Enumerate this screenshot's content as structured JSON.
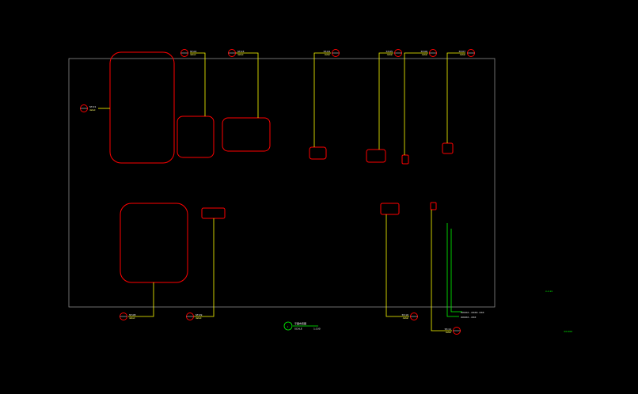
{
  "drawing": {
    "colors": {
      "background": "#000000",
      "frame": "#8a8a8a",
      "outline": "#ff0000",
      "leader": "#ffff00",
      "annotation": "#00ff00",
      "text": "#ffffff"
    },
    "marker_icon": "index-bubble-icon",
    "tags": [
      {
        "id": "t1",
        "code": "ST-01",
        "sub": "detail"
      },
      {
        "id": "t2",
        "code": "ST-02",
        "sub": "detail"
      },
      {
        "id": "t3",
        "code": "ST-03",
        "sub": "detail"
      },
      {
        "id": "t4",
        "code": "ST-04",
        "sub": "detail"
      },
      {
        "id": "t5",
        "code": "ST-05",
        "sub": "detail"
      },
      {
        "id": "t6",
        "code": "ST-06",
        "sub": "detail"
      },
      {
        "id": "t7",
        "code": "ST-07",
        "sub": "detail"
      },
      {
        "id": "t8",
        "code": "ST-08",
        "sub": "detail"
      },
      {
        "id": "t9",
        "code": "ST-09",
        "sub": "detail"
      },
      {
        "id": "t10",
        "code": "ST-10",
        "sub": "detail"
      },
      {
        "id": "t11",
        "code": "ST-11",
        "sub": "detail"
      },
      {
        "id": "t12",
        "code": "ST-12",
        "sub": "detail"
      }
    ],
    "title_block": {
      "number": "1",
      "title": "平面布置图",
      "scale_label": "SCALE",
      "scale_value": "1:100"
    },
    "notes": {
      "note1": "XXXXX - XXXX. XXX",
      "note2": "XXXXX - XXX",
      "green_small": "x-x.xx",
      "green_label": "±0.000"
    }
  }
}
